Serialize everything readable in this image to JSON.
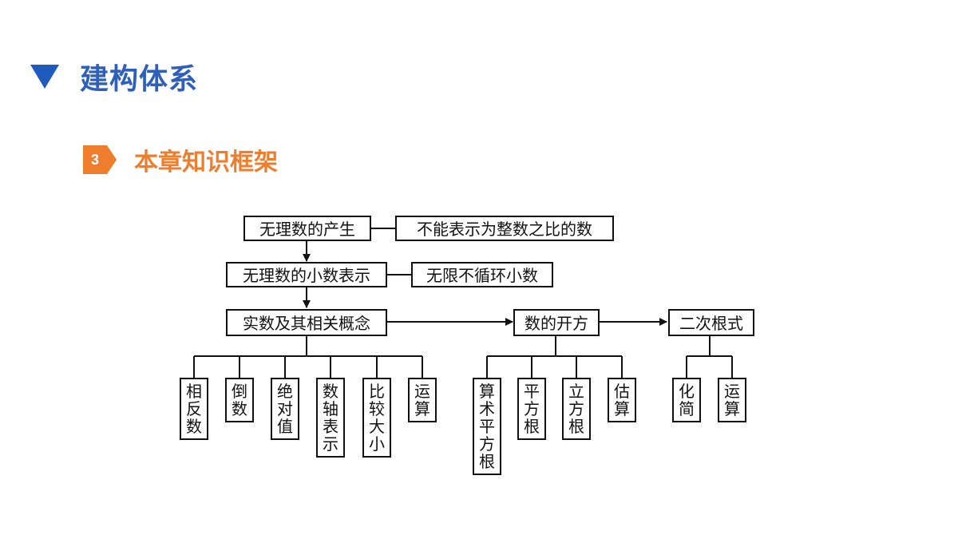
{
  "header": {
    "title": "建构体系",
    "accent_color": "#1f5bbd"
  },
  "subheader": {
    "number": "3",
    "title": "本章知识框架",
    "accent_color": "#ee7d2d"
  },
  "diagram": {
    "top": {
      "origin": "无理数的产生",
      "origin_note": "不能表示为整数之比的数",
      "decimal": "无理数的小数表示",
      "decimal_note": "无限不循环小数",
      "real": "实数及其相关概念",
      "roots": "数的开方",
      "radicals": "二次根式"
    },
    "real_children": [
      "相反数",
      "倒数",
      "绝对值",
      "数轴表示",
      "比较大小",
      "运算"
    ],
    "roots_children": [
      "算术平方根",
      "平方根",
      "立方根",
      "估算"
    ],
    "radicals_children": [
      "化简",
      "运算"
    ]
  }
}
